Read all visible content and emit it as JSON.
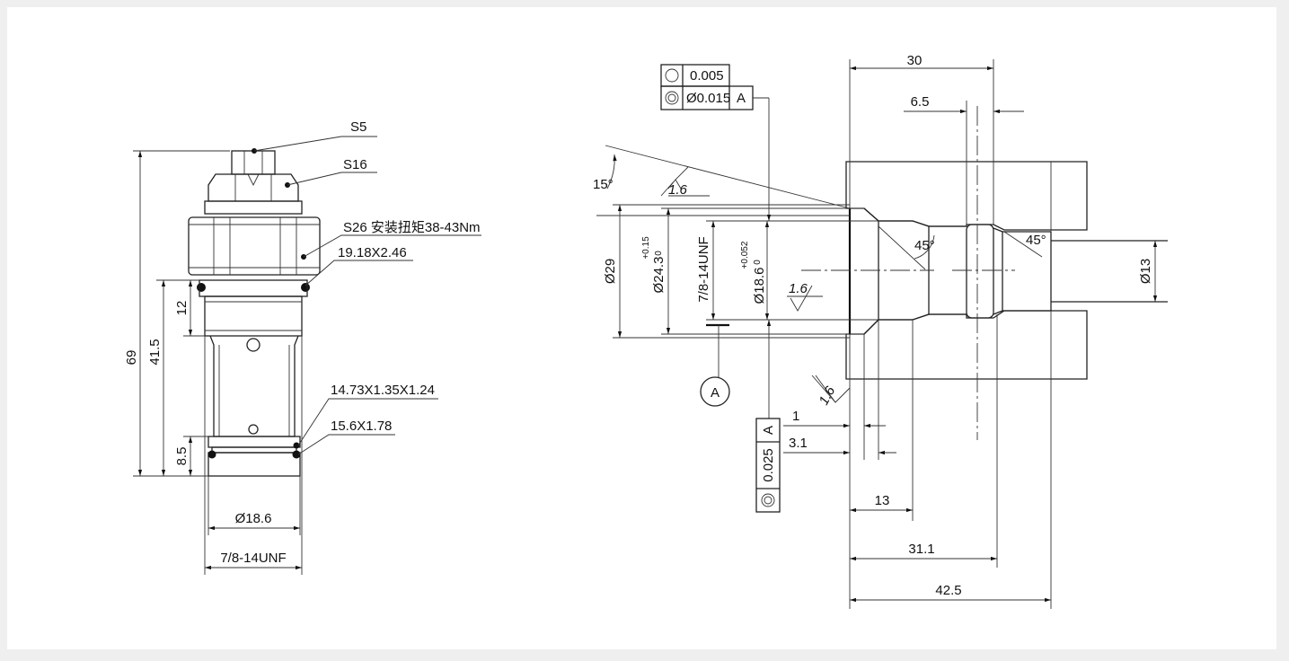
{
  "left_view": {
    "label_s5": "S5",
    "label_s16": "S16",
    "label_s26": "S26 安装扭矩38-43Nm",
    "label_oring_top": "19.18X2.46",
    "label_oring_mid": "14.73X1.35X1.24",
    "label_oring_bot": "15.6X1.78",
    "dim_69": "69",
    "dim_41_5": "41.5",
    "dim_12": "12",
    "dim_8_5": "8.5",
    "dim_dia": "Ø18.6",
    "dim_thread": "7/8-14UNF"
  },
  "right_view": {
    "tol_circ_val": "0.005",
    "tol_conc_val": "Ø0.015",
    "tol_conc_ref": "A",
    "tol2_conc_val": "0.025",
    "tol2_ref": "A",
    "datum": "A",
    "angle_15": "15°",
    "angle_45a": "45°",
    "angle_45b": "45°",
    "rough_1": "1.6",
    "rough_2": "1.6",
    "rough_3": "1.6",
    "dim_dia29": "Ø29",
    "dim_dia24": "Ø24.3",
    "dim_dia24_tol_up": "+0.15",
    "dim_dia24_tol_lo": "0",
    "dim_thread": "7/8-14UNF",
    "dim_dia18": "Ø18.6",
    "dim_dia18_tol_up": "+0.052",
    "dim_dia18_tol_lo": "0",
    "dim_dia13": "Ø13",
    "dim_30": "30",
    "dim_6_5": "6.5",
    "dim_1": "1",
    "dim_3_1": "3.1",
    "dim_13": "13",
    "dim_31_1": "31.1",
    "dim_42_5": "42.5"
  }
}
